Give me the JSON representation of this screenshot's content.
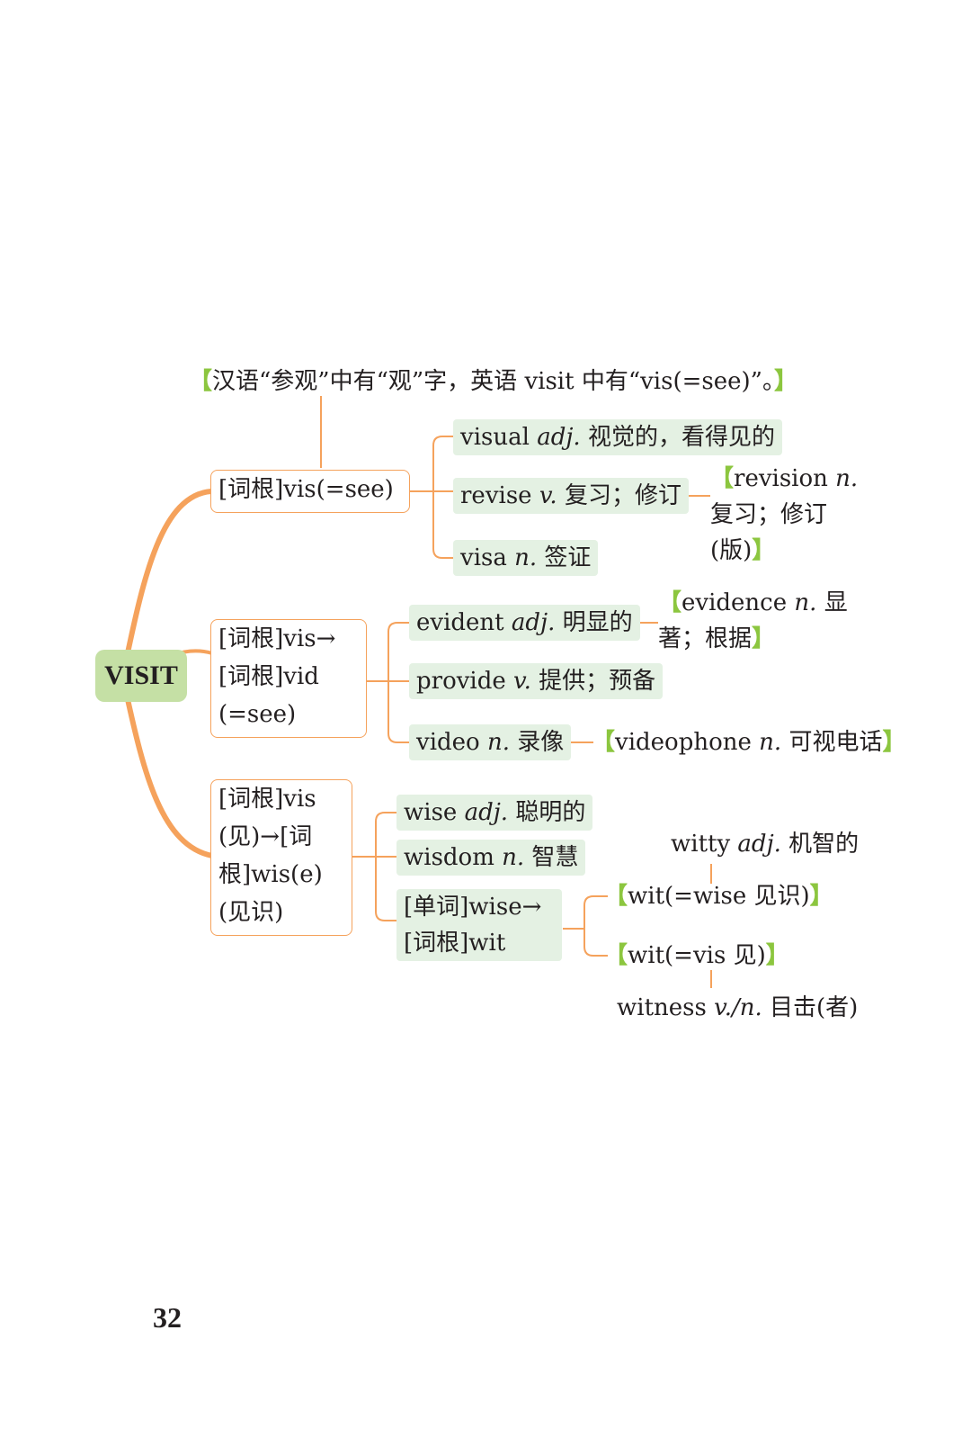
{
  "header_note": {
    "open": "【",
    "text": "汉语“参观”中有“观”字，英语 visit 中有“vis(=see)”。",
    "close": "】"
  },
  "center": {
    "label": "VISIT"
  },
  "branch1": {
    "root": "[词根]vis(=see)",
    "items": [
      {
        "word": "visual",
        "pos": "adj.",
        "meaning": "视觉的，看得见的"
      },
      {
        "word": "revise",
        "pos": "v.",
        "meaning": "复习；修订"
      },
      {
        "word": "visa",
        "pos": "n.",
        "meaning": "签证"
      }
    ],
    "derived": {
      "word": "revision",
      "pos": "n.",
      "meaning": "复习；修订(版)"
    }
  },
  "branch2": {
    "root_lines": [
      "[词根]vis→",
      "[词根]vid",
      "(=see)"
    ],
    "items": [
      {
        "word": "evident",
        "pos": "adj.",
        "meaning": "明显的"
      },
      {
        "word": "provide",
        "pos": "v.",
        "meaning": "提供；预备"
      },
      {
        "word": "video",
        "pos": "n.",
        "meaning": "录像"
      }
    ],
    "derived_evidence": {
      "word": "evidence",
      "pos": "n.",
      "meaning": "显著；根据"
    },
    "derived_videophone": {
      "word": "videophone",
      "pos": "n.",
      "meaning": "可视电话"
    }
  },
  "branch3": {
    "root_lines": [
      "[词根]vis",
      "(见)→[词",
      "根]wis(e)",
      "(见识)"
    ],
    "items": [
      {
        "word": "wise",
        "pos": "adj.",
        "meaning": "聪明的"
      },
      {
        "word": "wisdom",
        "pos": "n.",
        "meaning": "智慧"
      }
    ],
    "transform_lines": [
      "[单词]wise→",
      "[词根]wit"
    ],
    "wit_wise": "wit(=wise 见识)",
    "wit_vis": "wit(=vis 见)",
    "witty": {
      "word": "witty",
      "pos": "adj.",
      "meaning": "机智的"
    },
    "witness": {
      "word": "witness",
      "pos": "v./n.",
      "meaning": "目击(者)"
    }
  },
  "page_number": "32",
  "colors": {
    "connector": "#f5a25c",
    "green_fill": "#e4f1e3",
    "bracket": "#8cc63f",
    "center_fill": "#c5e0a5"
  }
}
